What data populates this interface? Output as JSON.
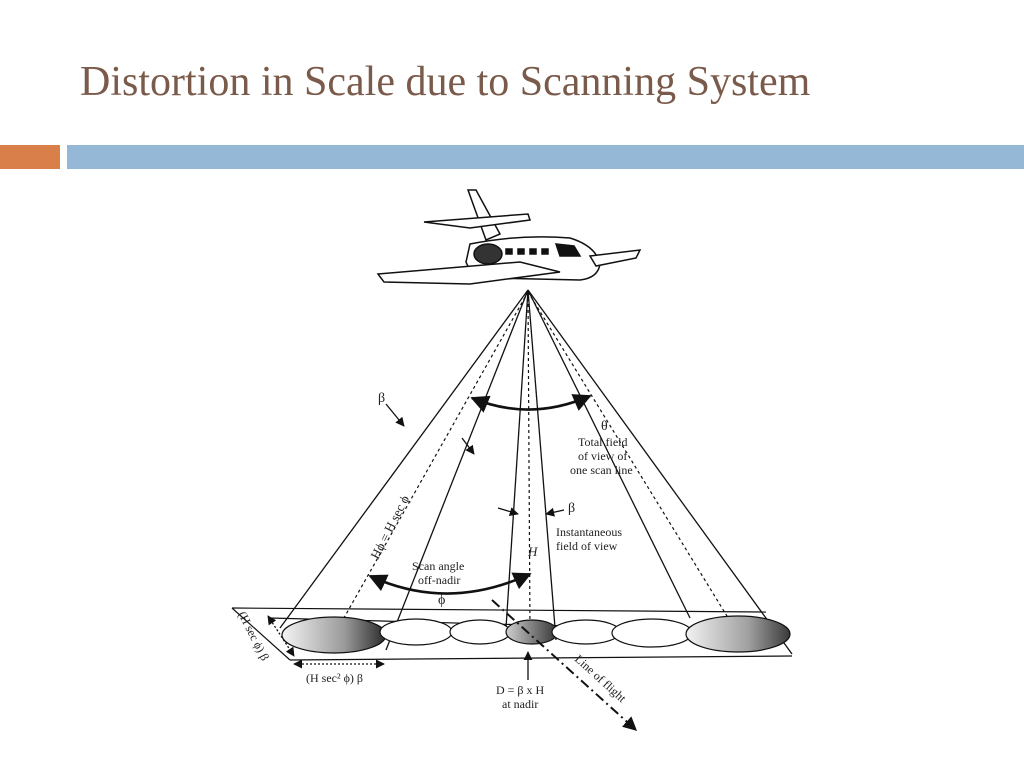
{
  "slide": {
    "title": "Distortion in Scale due to Scanning System",
    "colors": {
      "title": "#7a5a4a",
      "accent_orange": "#d9804a",
      "accent_blue": "#94b8d6"
    }
  },
  "diagram": {
    "labels": {
      "beta_left": "β",
      "theta": "θ",
      "total_fov_1": "Total field",
      "total_fov_2": "of view of",
      "total_fov_3": "one scan line",
      "h_phi": "Hϕ = H sec ϕ",
      "beta_right": "β",
      "ifov_1": "Instantaneous",
      "ifov_2": "field of view",
      "scan_angle_1": "Scan angle",
      "scan_angle_2": "off-nadir",
      "phi": "ϕ",
      "h": "H",
      "h_sec_phi_beta": "(H sec ϕ) β",
      "h_sec2_phi_beta": "(H sec² ϕ) β",
      "d_formula": "D = β x H",
      "at_nadir": "at nadir",
      "line_of_flight": "Line of flight"
    }
  }
}
